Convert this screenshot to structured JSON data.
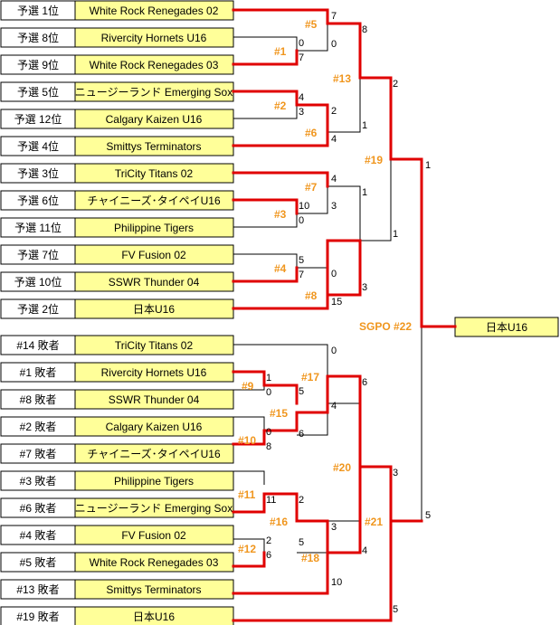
{
  "slots": [
    {
      "seed": "予選 1位",
      "team": "White Rock Renegades 02"
    },
    {
      "seed": "予選 8位",
      "team": "Rivercity Hornets U16"
    },
    {
      "seed": "予選 9位",
      "team": "White Rock Renegades 03"
    },
    {
      "seed": "予選 5位",
      "team": "ニュージーランド Emerging Sox"
    },
    {
      "seed": "予選 12位",
      "team": "Calgary Kaizen U16"
    },
    {
      "seed": "予選 4位",
      "team": "Smittys Terminators"
    },
    {
      "seed": "予選 3位",
      "team": "TriCity Titans 02"
    },
    {
      "seed": "予選 6位",
      "team": "チャイニーズ･タイペイU16"
    },
    {
      "seed": "予選 11位",
      "team": "Philippine Tigers"
    },
    {
      "seed": "予選 7位",
      "team": "FV Fusion 02"
    },
    {
      "seed": "予選 10位",
      "team": "SSWR Thunder 04"
    },
    {
      "seed": "予選 2位",
      "team": "日本U16"
    },
    {
      "seed": "#14 敗者",
      "team": "TriCity Titans 02"
    },
    {
      "seed": "#1 敗者",
      "team": "Rivercity Hornets U16"
    },
    {
      "seed": "#8 敗者",
      "team": "SSWR Thunder 04"
    },
    {
      "seed": "#2 敗者",
      "team": "Calgary Kaizen U16"
    },
    {
      "seed": "#7 敗者",
      "team": "チャイニーズ･タイペイU16"
    },
    {
      "seed": "#3 敗者",
      "team": "Philippine Tigers"
    },
    {
      "seed": "#6 敗者",
      "team": "ニュージーランド Emerging Sox"
    },
    {
      "seed": "#4 敗者",
      "team": "FV Fusion 02"
    },
    {
      "seed": "#5 敗者",
      "team": "White Rock Renegades 03"
    },
    {
      "seed": "#13 敗者",
      "team": "Smittys Terminators"
    },
    {
      "seed": "#19 敗者",
      "team": "日本U16"
    }
  ],
  "champion": "日本U16",
  "games": [
    "#1",
    "#2",
    "#3",
    "#4",
    "#5",
    "#6",
    "#7",
    "#8",
    "#9",
    "#10",
    "#11",
    "#12",
    "#13",
    "#15",
    "#16",
    "#17",
    "#18",
    "#19",
    "#20",
    "#21",
    "SGPO  #22"
  ],
  "scores": [
    "7",
    "0",
    "0",
    "7",
    "8",
    "4",
    "3",
    "2",
    "1",
    "4",
    "2",
    "4",
    "1",
    "10",
    "3",
    "0",
    "5",
    "7",
    "0",
    "15",
    "3",
    "1",
    "1",
    "0",
    "1",
    "5",
    "0",
    "8",
    "4",
    "6",
    "0",
    "11",
    "2",
    "5",
    "2",
    "6",
    "3",
    "10",
    "4",
    "6",
    "3",
    "5",
    "5"
  ]
}
